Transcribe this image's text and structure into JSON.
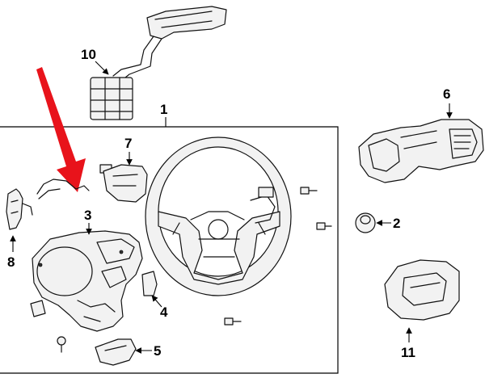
{
  "callouts": {
    "c1": "1",
    "c2": "2",
    "c3": "3",
    "c4": "4",
    "c5": "5",
    "c6": "6",
    "c7": "7",
    "c8": "8",
    "c10": "10",
    "c11": "11"
  },
  "colors": {
    "highlight_arrow": "#e8131b",
    "line": "#111111",
    "background": "#ffffff"
  }
}
